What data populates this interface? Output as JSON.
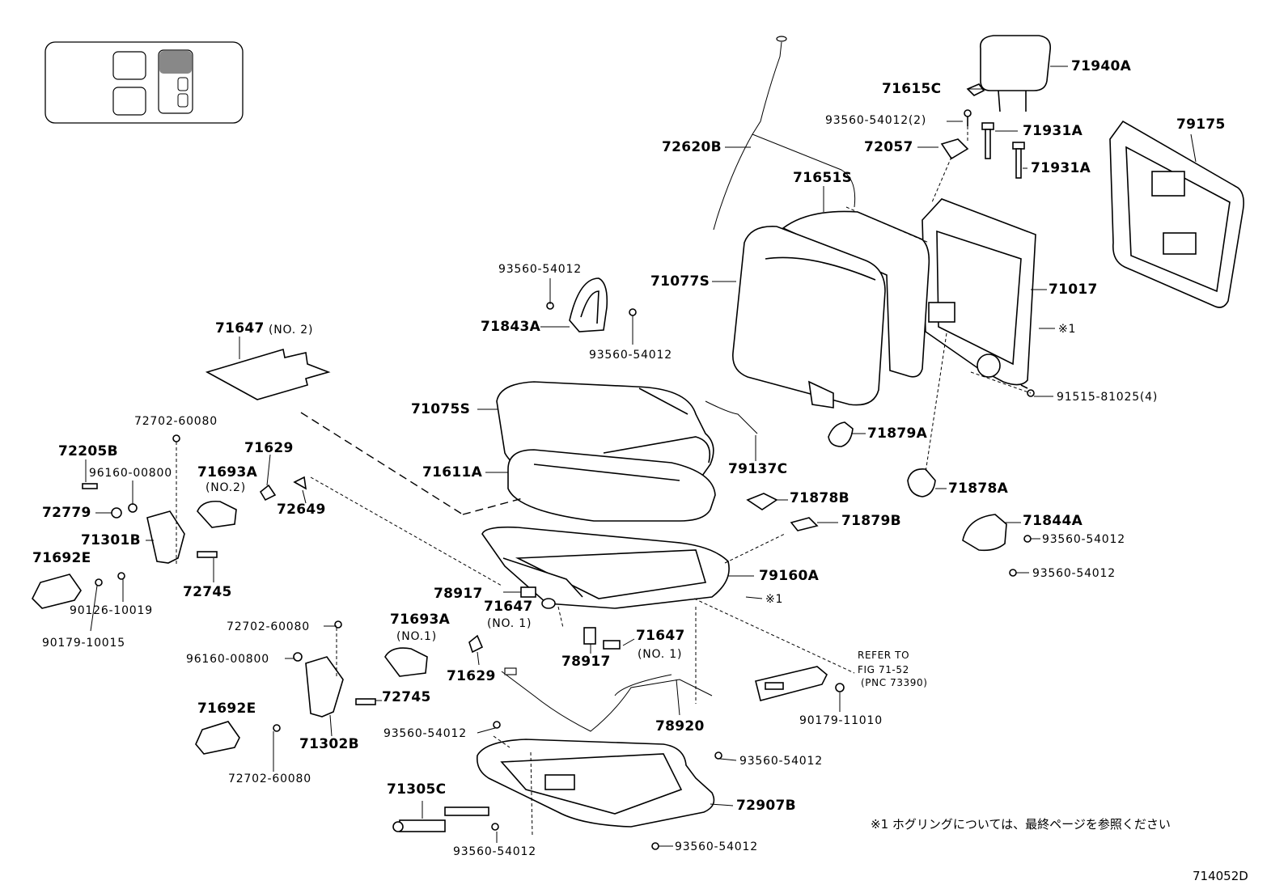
{
  "figure_code": "714052D",
  "footnote": "※1  ホグリングについては、最終ページを参照ください",
  "refer": {
    "line1": "REFER TO",
    "line2": "FIG 71-52",
    "line3": "(PNC 73390)"
  },
  "hog_ring_marks": [
    "※1",
    "※1"
  ],
  "labels": {
    "p71940A": "71940A",
    "p71615C": "71615C",
    "p93560_54012_2": "93560-54012(2)",
    "p71931A_1": "71931A",
    "p71931A_2": "71931A",
    "p72057": "72057",
    "p79175": "79175",
    "p72620B": "72620B",
    "p71651S": "71651S",
    "p71077S": "71077S",
    "p71017": "71017",
    "p93560_54012_a": "93560-54012",
    "p71843A": "71843A",
    "p93560_54012_b": "93560-54012",
    "p71647_no2": "71647",
    "p71647_no2_sub": "(NO. 2)",
    "p91515_81025_4": "91515-81025(4)",
    "p71075S": "71075S",
    "p72702_60080_a": "72702-60080",
    "p71879A": "71879A",
    "p72205B": "72205B",
    "p96160_00800_a": "96160-00800",
    "p71629_a": "71629",
    "p71693A_no2": "71693A",
    "p71693A_no2_sub": "(NO.2)",
    "p71611A": "71611A",
    "p79137C": "79137C",
    "p71878A": "71878A",
    "p72779": "72779",
    "p72649": "72649",
    "p71878B": "71878B",
    "p71301B": "71301B",
    "p71879B": "71879B",
    "p71844A": "71844A",
    "p93560_54012_c": "93560-54012",
    "p71692E_a": "71692E",
    "p72745_a": "72745",
    "p79160A": "79160A",
    "p93560_54012_d": "93560-54012",
    "p90126_10019": "90126-10019",
    "p78917_a": "78917",
    "p71647_no1_a": "71647",
    "p71647_no1_a_sub": "(NO. 1)",
    "p90179_10015": "90179-10015",
    "p71693A_no1": "71693A",
    "p71693A_no1_sub": "(NO.1)",
    "p72702_60080_b": "72702-60080",
    "p71647_no1_b": "71647",
    "p71647_no1_b_sub": "(NO. 1)",
    "p78917_b": "78917",
    "p96160_00800_b": "96160-00800",
    "p71629_b": "71629",
    "p72745_b": "72745",
    "p90179_11010": "90179-11010",
    "p71692E_b": "71692E",
    "p78920": "78920",
    "p71302B": "71302B",
    "p93560_54012_e": "93560-54012",
    "p93560_54012_f": "93560-54012",
    "p72702_60080_c": "72702-60080",
    "p71305C": "71305C",
    "p72907B": "72907B",
    "p93560_54012_g": "93560-54012",
    "p93560_54012_h": "93560-54012"
  }
}
